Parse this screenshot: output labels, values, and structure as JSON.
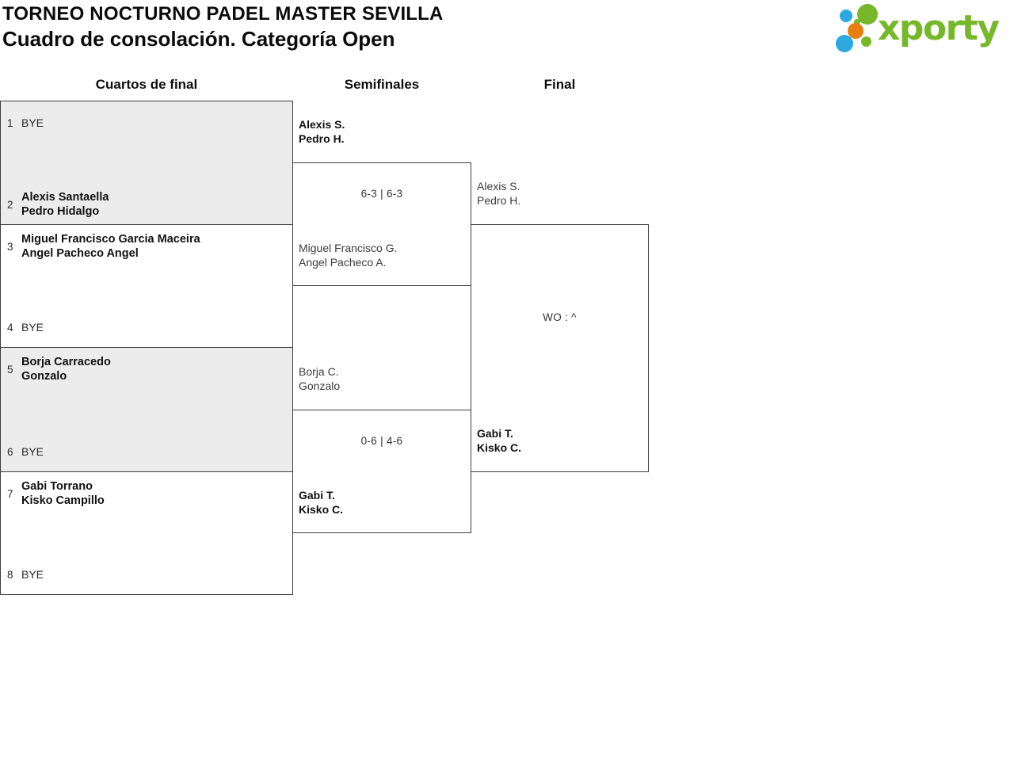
{
  "header": {
    "title": "TORNEO NOCTURNO PADEL MASTER SEVILLA",
    "subtitle": "Cuadro de consolación. Categoría Open"
  },
  "logo": {
    "brand": "xporty",
    "colors": {
      "green": "#76B82A",
      "blue": "#2BA9E0",
      "orange": "#E87E12"
    }
  },
  "round_headers": [
    "Cuartos de final",
    "Semifinales",
    "Final"
  ],
  "bracket": {
    "quarterfinals": [
      {
        "top": {
          "seed": "1",
          "line1": "BYE",
          "line2": "",
          "bye": true
        },
        "bottom": {
          "seed": "2",
          "line1": "Alexis Santaella",
          "line2": "Pedro Hidalgo",
          "bye": false
        }
      },
      {
        "top": {
          "seed": "3",
          "line1": "Miguel Francisco Garcia Maceira",
          "line2": "Angel Pacheco Angel",
          "bye": false
        },
        "bottom": {
          "seed": "4",
          "line1": "BYE",
          "line2": "",
          "bye": true
        }
      },
      {
        "top": {
          "seed": "5",
          "line1": "Borja Carracedo",
          "line2": "Gonzalo",
          "bye": false
        },
        "bottom": {
          "seed": "6",
          "line1": "BYE",
          "line2": "",
          "bye": true
        }
      },
      {
        "top": {
          "seed": "7",
          "line1": "Gabi Torrano",
          "line2": "Kisko Campillo",
          "bye": false
        },
        "bottom": {
          "seed": "8",
          "line1": "BYE",
          "line2": "",
          "bye": true
        }
      }
    ],
    "semifinals": [
      {
        "score": "6-3 | 6-3",
        "top": {
          "line1": "Alexis S.",
          "line2": "Pedro H.",
          "winner": true
        },
        "bottom": {
          "line1": "Miguel Francisco G.",
          "line2": "Angel Pacheco A.",
          "winner": false
        }
      },
      {
        "score": "0-6 | 4-6",
        "top": {
          "line1": "Borja C.",
          "line2": "Gonzalo",
          "winner": false
        },
        "bottom": {
          "line1": "Gabi T.",
          "line2": "Kisko C.",
          "winner": true
        }
      }
    ],
    "final": {
      "score": "WO : ^",
      "top": {
        "line1": "Alexis S.",
        "line2": "Pedro H.",
        "winner": false
      },
      "bottom": {
        "line1": "Gabi T.",
        "line2": "Kisko C.",
        "winner": true
      }
    }
  }
}
